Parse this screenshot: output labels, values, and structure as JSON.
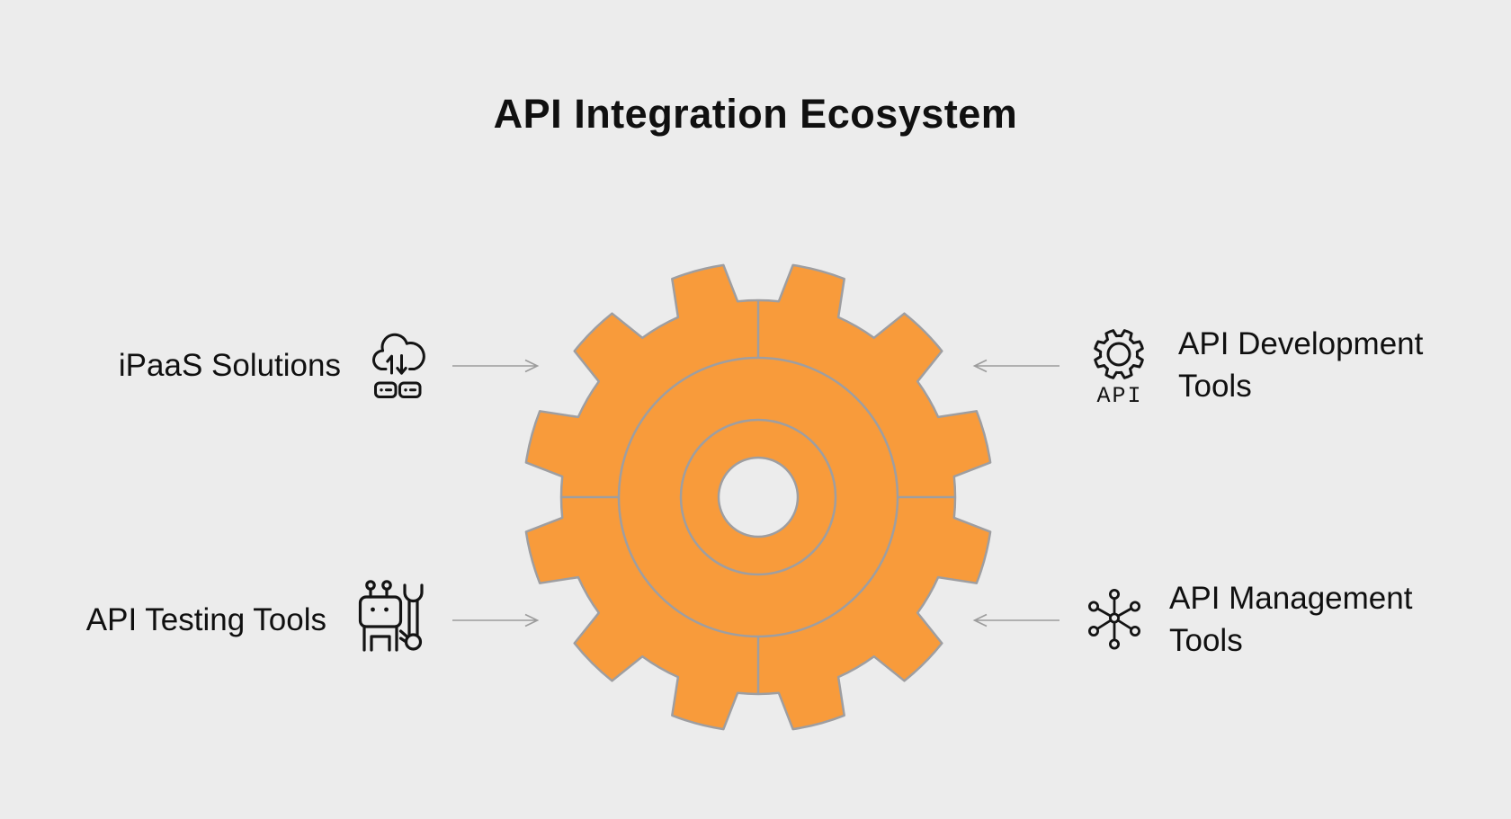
{
  "title": "API Integration Ecosystem",
  "center": {
    "icon": "gear-icon"
  },
  "items": [
    {
      "label": "iPaaS Solutions",
      "icon": "cloud-sync-devices-icon",
      "side": "left",
      "position": "top"
    },
    {
      "label": "API Development Tools",
      "icon": "api-gear-icon",
      "icon_text": "API",
      "side": "right",
      "position": "top"
    },
    {
      "label": "API Testing Tools",
      "icon": "robot-wrench-icon",
      "side": "left",
      "position": "bottom"
    },
    {
      "label": "API Management Tools",
      "icon": "network-nodes-icon",
      "side": "right",
      "position": "bottom"
    }
  ],
  "colors": {
    "background": "#ececec",
    "gear_fill": "#f89b3b",
    "gear_stroke": "#9e9ea1",
    "arrow": "#9c9c9c",
    "text": "#101010",
    "icon": "#141414"
  }
}
